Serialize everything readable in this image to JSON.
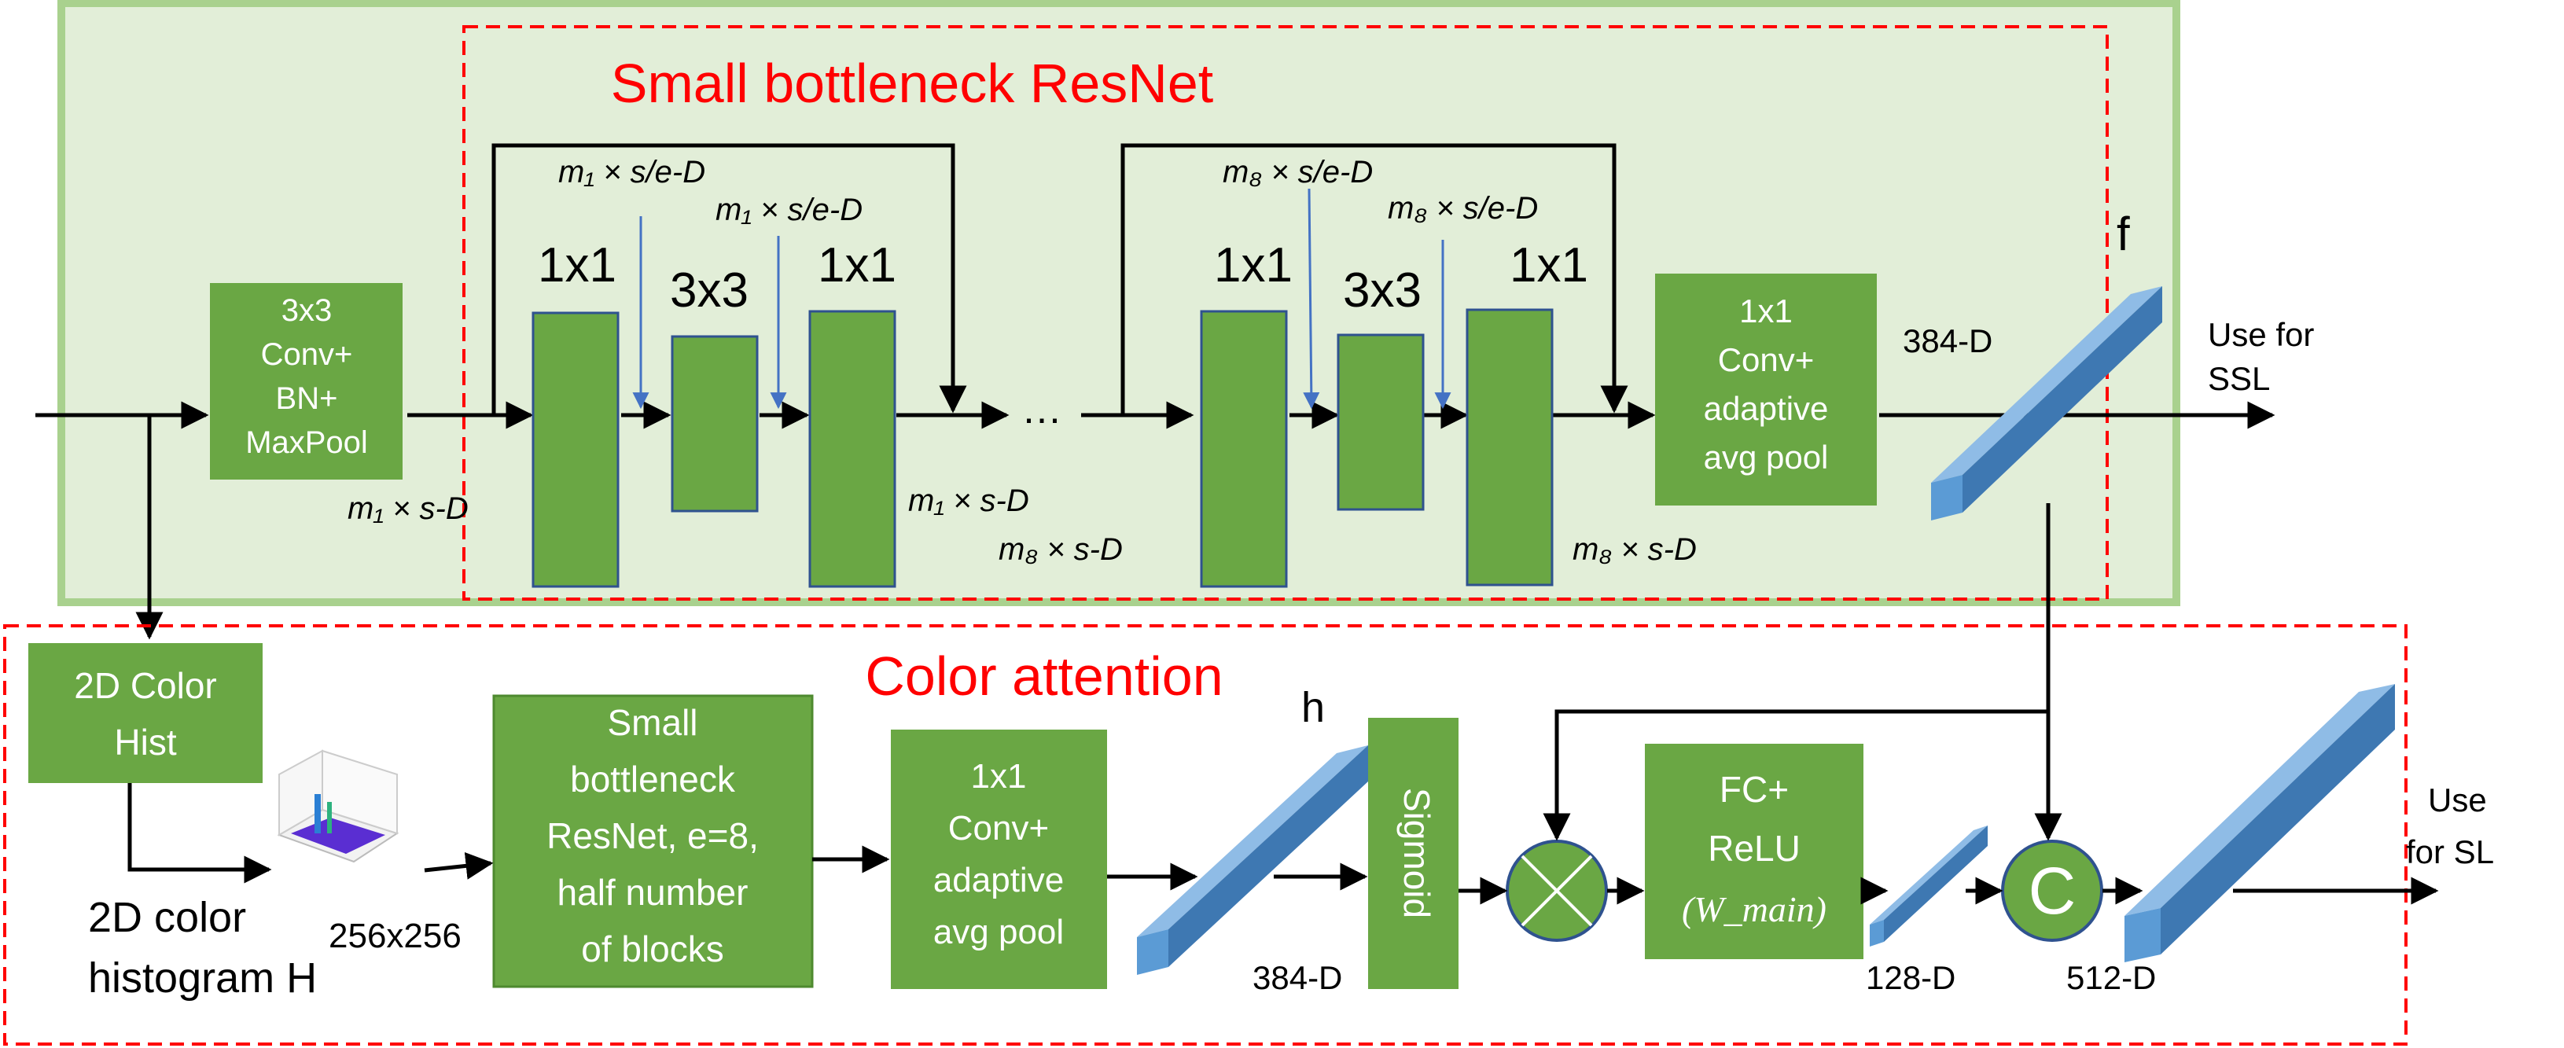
{
  "colors": {
    "panel_fill": "#e2eed8",
    "panel_border": "#a9d18e",
    "block_fill": "#6aa744",
    "block_border": "#2f528f",
    "dashed_red": "#ff0000",
    "title_red": "#ff0000",
    "arrow": "#000000",
    "thin_arrow": "#4472c4",
    "feature_front": "#5b9bd5",
    "feature_top": "#8fbce6",
    "feature_side": "#3e78b2",
    "white": "#ffffff"
  },
  "titles": {
    "resnet": "Small bottleneck ResNet",
    "attention": "Color attention"
  },
  "stem_block": [
    "3x3",
    "Conv+",
    "BN+",
    "MaxPool"
  ],
  "resnet_blocks": {
    "a1": "1x1",
    "b1": "3x3",
    "c1": "1x1",
    "a8": "1x1",
    "b8": "3x3",
    "c8": "1x1",
    "ellipsis": "…"
  },
  "dim_labels": {
    "m1_s": "m₁ × s-D",
    "m1_se_top": "m₁ × s/e-D",
    "m1_se_mid": "m₁ × s/e-D",
    "m1_s_out": "m₁ × s-D",
    "m8_s_in": "m₈ × s-D",
    "m8_se_top": "m₈ × s/e-D",
    "m8_se_mid": "m₈ × s/e-D",
    "m8_s_out": "m₈ × s-D"
  },
  "head_block": [
    "1x1",
    "Conv+",
    "adaptive",
    "avg pool"
  ],
  "features": {
    "f_label": "f",
    "f_dim": "384-D",
    "h_label": "h",
    "h_dim": "384-D",
    "w_dim": "128-D",
    "concat_dim": "512-D"
  },
  "outputs": {
    "ssl": [
      "Use for",
      "SSL"
    ],
    "sl": [
      "Use",
      "for SL"
    ]
  },
  "attention_blocks": {
    "hist": [
      "2D Color",
      "Hist"
    ],
    "resnet_small": [
      "Small",
      "bottleneck",
      "ResNet, e=8,",
      "half number",
      "of blocks"
    ],
    "conv": [
      "1x1",
      "Conv+",
      "adaptive",
      "avg pool"
    ],
    "sigmoid": "Sigmoid",
    "fc": [
      "FC+",
      "ReLU",
      "(W_main)"
    ],
    "concat_symbol": "C"
  },
  "histogram": {
    "caption": [
      "2D color",
      "histogram H"
    ],
    "size": "256x256"
  }
}
